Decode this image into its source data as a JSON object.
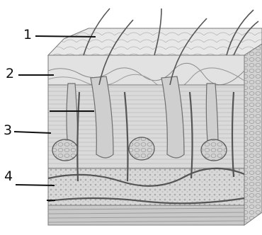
{
  "labels": [
    "1",
    "2",
    "3",
    "4"
  ],
  "colors": {
    "background": "#ffffff",
    "tissue_light": "#e6e6e6",
    "tissue_mid": "#cfcfcf",
    "tissue_dark": "#8d8d8d",
    "vessel": "#555555",
    "leader_line": "#111111"
  }
}
